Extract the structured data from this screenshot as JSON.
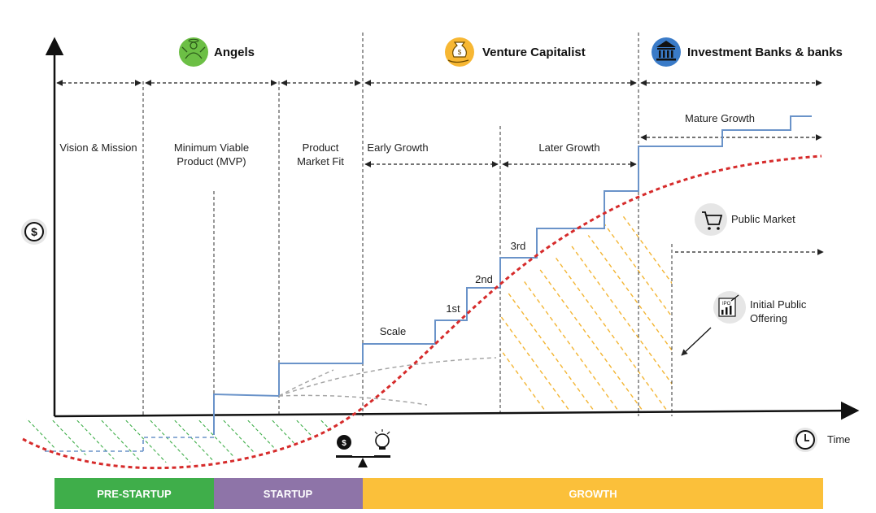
{
  "headers": {
    "angels": "Angels",
    "venture": "Venture Capitalist",
    "banks": "Investment Banks & banks"
  },
  "stages": {
    "vision": "Vision & Mission",
    "mvp_line1": "Minimum Viable",
    "mvp_line2": "Product (MVP)",
    "pmf_line1": "Product",
    "pmf_line2": "Market Fit",
    "early": "Early Growth",
    "later": "Later Growth",
    "mature": "Mature Growth"
  },
  "steps": {
    "scale": "Scale",
    "first": "1st",
    "second": "2nd",
    "third": "3rd"
  },
  "right_labels": {
    "public_market": "Public Market",
    "ipo_line1": "Initial Public",
    "ipo_line2": "Offering"
  },
  "axis": {
    "y_symbol": "$",
    "x_label": "Time"
  },
  "phase_bar": {
    "prestartup": "PRE-STARTUP",
    "startup": "STARTUP",
    "growth": "GROWTH"
  },
  "colors": {
    "angels": "#6cbf45",
    "venture": "#f7b733",
    "banks": "#3a7bc8",
    "prestartup": "#3fae4a",
    "startup": "#8e74a8",
    "growth": "#fbc03a",
    "funding_line": "#6a93c9",
    "market_curve": "#d62b2b"
  },
  "icons": {
    "angels": "angel-icon",
    "venture": "money-bag-hand-icon",
    "banks": "bank-building-icon",
    "y_axis": "dollar-icon",
    "public_market": "shopping-cart-icon",
    "ipo": "ipo-chart-icon",
    "time": "clock-icon",
    "balance": "balance-scale-icon"
  }
}
